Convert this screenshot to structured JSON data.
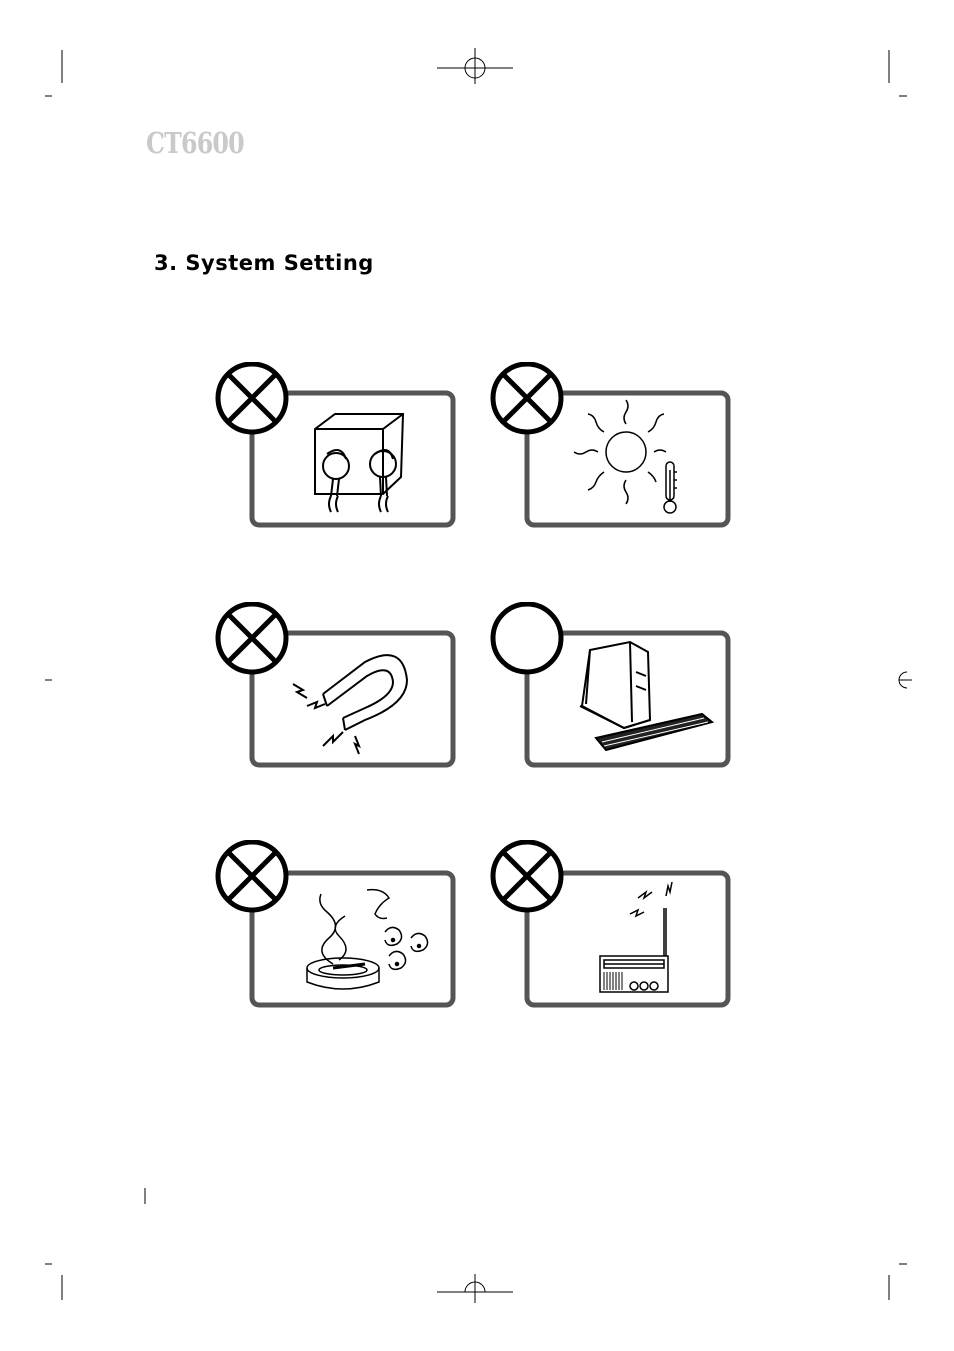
{
  "header": {
    "model": "CT6600"
  },
  "section": {
    "title": "3. System Setting"
  },
  "panels": [
    {
      "subject": "electrical outlet plugs",
      "status": "prohibited",
      "icon": "plug-outlet-icon"
    },
    {
      "subject": "sun and thermometer",
      "status": "prohibited",
      "icon": "sun-thermometer-icon"
    },
    {
      "subject": "magnet",
      "status": "prohibited",
      "icon": "magnet-icon"
    },
    {
      "subject": "computer terminal",
      "status": "recommended",
      "icon": "computer-icon"
    },
    {
      "subject": "smoke ashtray dust",
      "status": "prohibited",
      "icon": "smoke-dust-icon"
    },
    {
      "subject": "radio",
      "status": "prohibited",
      "icon": "radio-icon"
    }
  ]
}
